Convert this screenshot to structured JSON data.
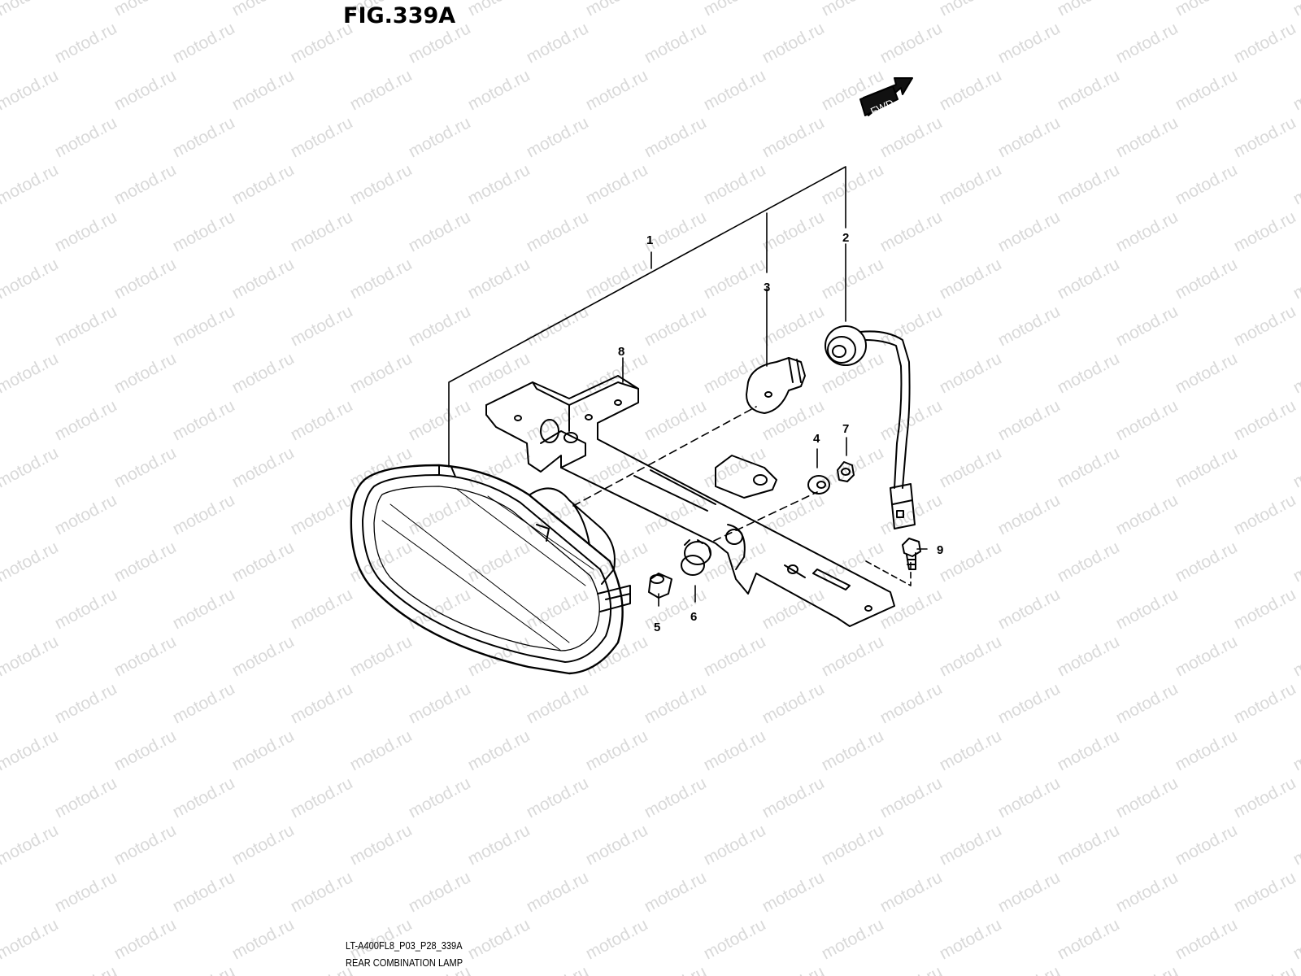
{
  "figure": {
    "title": "FIG.339A",
    "drawing_code": "LT-A400FL8_P03_P28_339A",
    "caption": "REAR COMBINATION LAMP",
    "direction_label": "FWD",
    "watermark_text": "motod.ru"
  },
  "callouts": [
    {
      "id": "1",
      "label": "1"
    },
    {
      "id": "2",
      "label": "2"
    },
    {
      "id": "3",
      "label": "3"
    },
    {
      "id": "4",
      "label": "4"
    },
    {
      "id": "5",
      "label": "5"
    },
    {
      "id": "6",
      "label": "6"
    },
    {
      "id": "7",
      "label": "7"
    },
    {
      "id": "8",
      "label": "8"
    },
    {
      "id": "9",
      "label": "9"
    }
  ]
}
